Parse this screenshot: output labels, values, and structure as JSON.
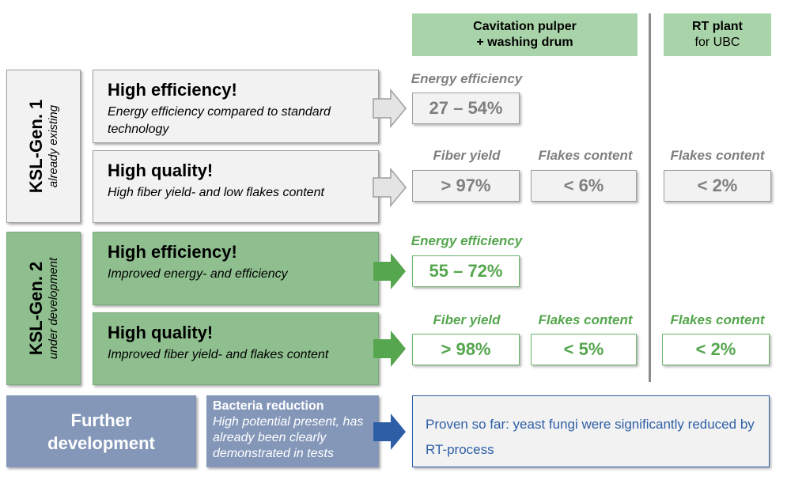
{
  "headers": {
    "cavitation": {
      "line1": "Cavitation pulper",
      "line2": "+ washing drum"
    },
    "rt": {
      "line1": "RT plant",
      "line2": "for UBC"
    }
  },
  "gen1": {
    "title": "KSL-Gen. 1",
    "subtitle": "already existing",
    "efficiency": {
      "title": "High efficiency!",
      "text": "Energy efficiency compared to standard technology"
    },
    "quality": {
      "title": "High quality!",
      "text": "High fiber yield- and low flakes content"
    },
    "results": {
      "energy_label": "Energy efficiency",
      "energy_value": "27 – 54%",
      "fiber_label": "Fiber yield",
      "fiber_value": "> 97%",
      "flakes_label": "Flakes content",
      "flakes_value": "< 6%",
      "rt_flakes_label": "Flakes content",
      "rt_flakes_value": "< 2%"
    }
  },
  "gen2": {
    "title": "KSL-Gen. 2",
    "subtitle": "under development",
    "efficiency": {
      "title": "High efficiency!",
      "text": "Improved energy- and efficiency"
    },
    "quality": {
      "title": "High quality!",
      "text": "Improved fiber yield- and flakes content"
    },
    "results": {
      "energy_label": "Energy efficiency",
      "energy_value": "55 – 72%",
      "fiber_label": "Fiber yield",
      "fiber_value": "> 98%",
      "flakes_label": "Flakes content",
      "flakes_value": "< 5%",
      "rt_flakes_label": "Flakes content",
      "rt_flakes_value": "< 2%"
    }
  },
  "further": {
    "title": "Further development",
    "bacteria_title": "Bacteria reduction",
    "bacteria_text": "High potential present, has already been clearly demonstrated in tests",
    "note": "Proven so far: yeast fungi were significantly reduced by RT-process"
  },
  "colors": {
    "header_green": "#a9d3a9",
    "gen2_green": "#8fbf8f",
    "accent_green": "#55a64e",
    "grey_text": "#7f7f7f",
    "further_blue": "#8497b9",
    "note_blue": "#2e5fa6",
    "arrow_blue": "#2e5fa6"
  }
}
